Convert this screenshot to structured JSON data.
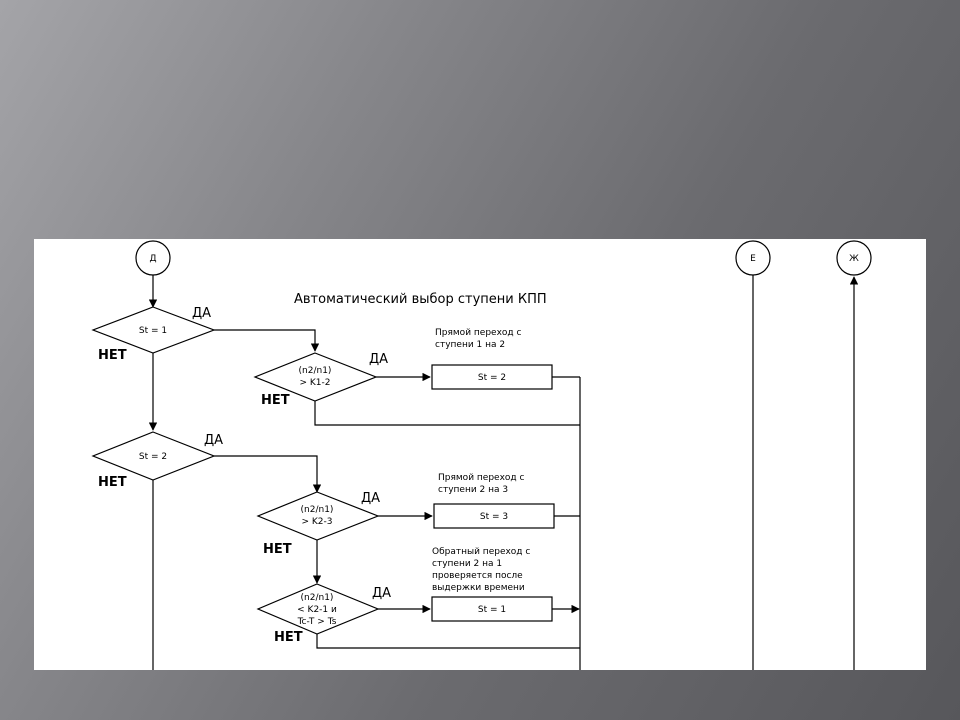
{
  "diagram": {
    "title": "Автоматический выбор ступени КПП",
    "connectors": {
      "d": "Д",
      "e": "Е",
      "zh": "Ж"
    },
    "decisions": {
      "st1": "St = 1",
      "st2": "St = 2",
      "ratio12": [
        "(n2/n1)",
        "> K1-2"
      ],
      "ratio23": [
        "(n2/n1)",
        "> K2-3"
      ],
      "ratio21": [
        "(n2/n1)",
        "< K2-1 и",
        "Tc-T > Ts"
      ]
    },
    "actions": {
      "set2": "St = 2",
      "set3": "St = 3",
      "set1": "St = 1"
    },
    "branch_labels": {
      "yes": "ДА",
      "no": "НЕТ"
    },
    "notes": {
      "up12": [
        "Прямой переход с",
        "ступени 1 на 2"
      ],
      "up23": [
        "Прямой переход с",
        "ступени 2 на 3"
      ],
      "down21": [
        "Обратный переход с",
        "ступени 2 на 1",
        "проверяется после",
        "выдержки времени"
      ]
    }
  }
}
